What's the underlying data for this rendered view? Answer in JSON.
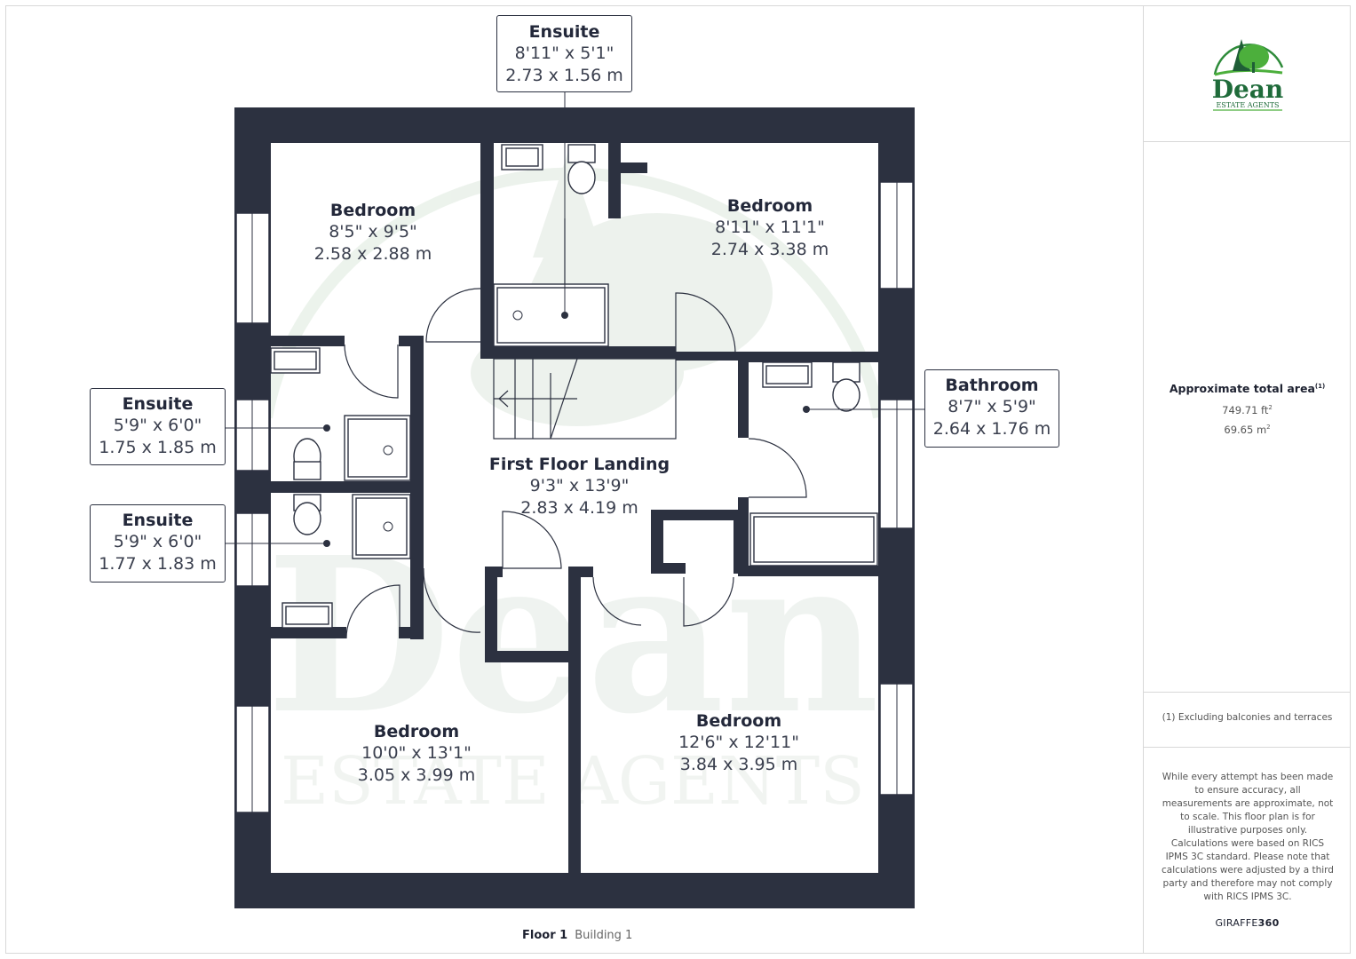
{
  "floor_caption": {
    "floor": "Floor 1",
    "building": "Building 1"
  },
  "brand_logo": {
    "name": "Dean",
    "tagline": "ESTATE AGENTS",
    "color_dark": "#1f6b3a",
    "color_light": "#4caf3c"
  },
  "watermark": {
    "name": "Dean",
    "tagline": "ESTATE AGENTS"
  },
  "rooms": [
    {
      "name": "Bedroom",
      "imperial": "8'5\" x 9'5\"",
      "metric": "2.58 x 2.88 m"
    },
    {
      "name": "Bedroom",
      "imperial": "8'11\" x 11'1\"",
      "metric": "2.74 x 3.38 m"
    },
    {
      "name": "First Floor Landing",
      "imperial": "9'3\" x 13'9\"",
      "metric": "2.83 x 4.19 m"
    },
    {
      "name": "Bedroom",
      "imperial": "10'0\" x 13'1\"",
      "metric": "3.05 x 3.99 m"
    },
    {
      "name": "Bedroom",
      "imperial": "12'6\" x 12'11\"",
      "metric": "3.84 x 3.95 m"
    }
  ],
  "callouts": [
    {
      "name": "Ensuite",
      "imperial": "8'11\" x 5'1\"",
      "metric": "2.73 x 1.56 m"
    },
    {
      "name": "Ensuite",
      "imperial": "5'9\" x 6'0\"",
      "metric": "1.75 x 1.85 m"
    },
    {
      "name": "Ensuite",
      "imperial": "5'9\" x 6'0\"",
      "metric": "1.77 x 1.83 m"
    },
    {
      "name": "Bathroom",
      "imperial": "8'7\" x 5'9\"",
      "metric": "2.64 x 1.76 m"
    }
  ],
  "sidebar": {
    "area_title": "Approximate total area",
    "area_footnote_mark": "(1)",
    "area_ft": "749.71 ft",
    "area_m": "69.65 m",
    "squared": "2",
    "footnote": "(1) Excluding balconies and terraces",
    "disclaimer_1": "While every attempt has been made to ensure accuracy, all measurements are approximate, not to scale. This floor plan is for illustrative purposes only.",
    "disclaimer_2": "Calculations were based on RICS IPMS 3C standard. Please note that calculations were adjusted by a third party and therefore may not comply with RICS IPMS 3C.",
    "brand_regular": "GIRAFFE",
    "brand_bold": "360"
  }
}
